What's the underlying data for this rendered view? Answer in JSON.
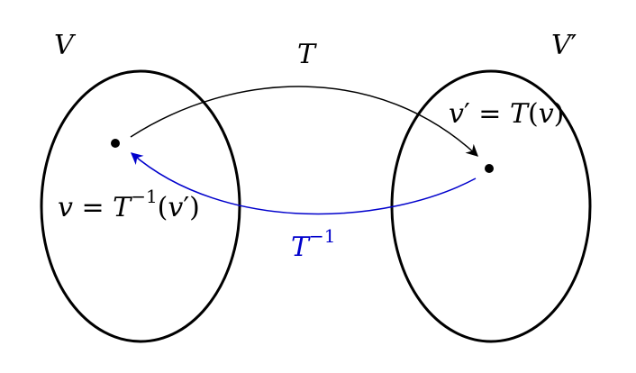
{
  "diagram": {
    "set_left": {
      "label": "V"
    },
    "set_right": {
      "label": "V",
      "prime": "′"
    },
    "map_forward": {
      "label": "T",
      "color": "#000000"
    },
    "map_inverse": {
      "base": "T",
      "exponent": "−1",
      "color": "#0000cc"
    },
    "point_right": {
      "lhs": "v",
      "prime": "′",
      "eq": " = ",
      "func": "T",
      "open": "(",
      "arg": "v",
      "close": ")"
    },
    "point_left": {
      "lhs": "v",
      "eq": " = ",
      "func": "T",
      "exponent": "−1",
      "open": "(",
      "arg": "v",
      "prime": "′",
      "close": ")"
    }
  }
}
